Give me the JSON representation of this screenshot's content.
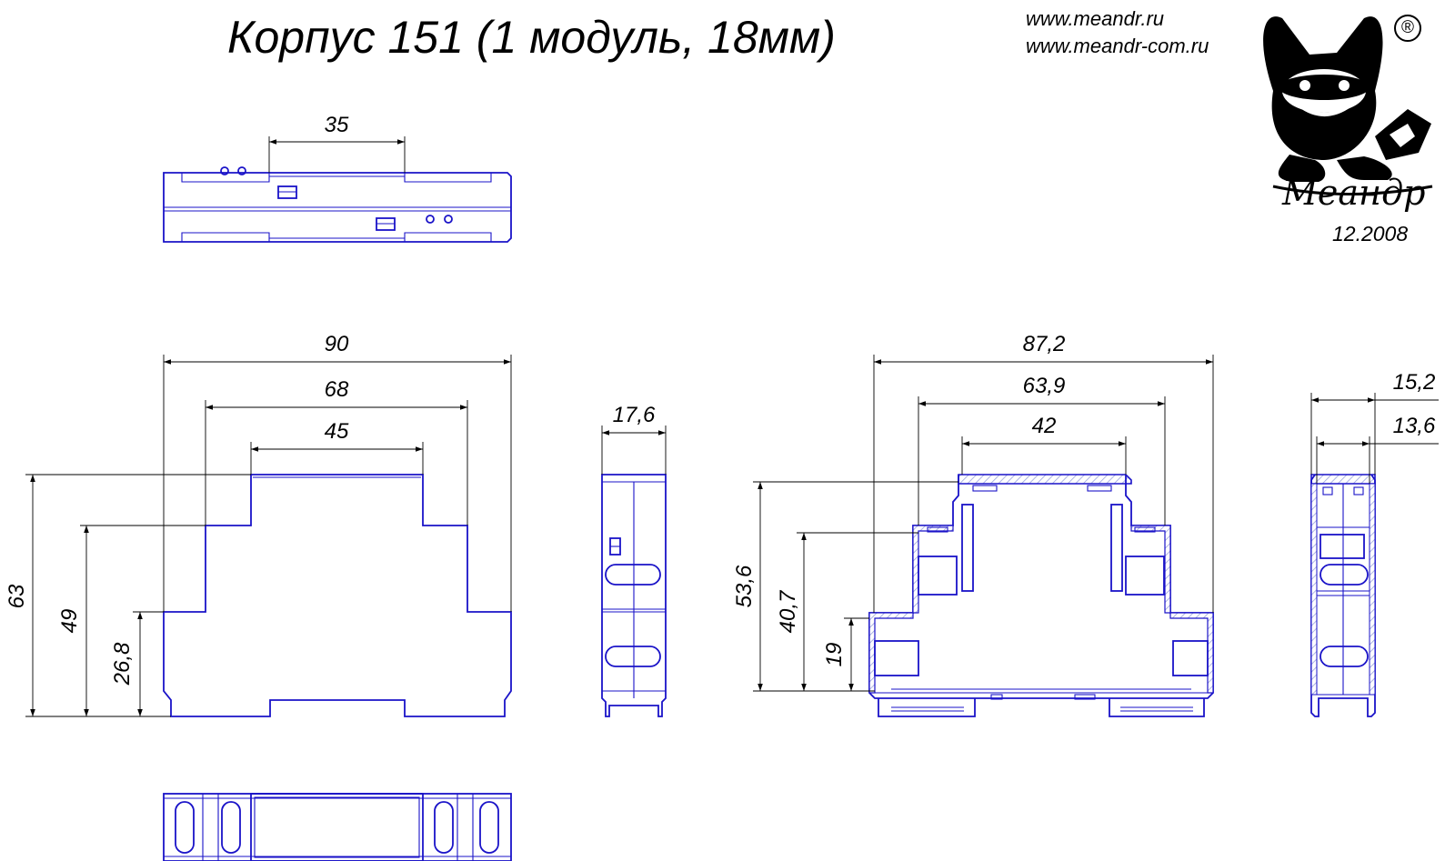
{
  "title": "Корпус 151 (1 модуль, 18мм)",
  "website": {
    "url1": "www.meandr.ru",
    "url2": "www.meandr-com.ru"
  },
  "logo": {
    "brand": "Меандр",
    "registered_mark": "®",
    "date": "12.2008"
  },
  "colors": {
    "outline": "#1a13c8",
    "dimension": "#000000",
    "hatch": "#c2c9ec"
  },
  "dimensions": {
    "top_view": {
      "width": "35"
    },
    "front_view": {
      "overall_width": "90",
      "middle_width": "68",
      "top_width": "45",
      "overall_height": "63",
      "middle_height": "49",
      "lower_height": "26,8"
    },
    "side_view": {
      "width": "17,6"
    },
    "section_view": {
      "overall_width": "87,2",
      "middle_width": "63,9",
      "top_width": "42",
      "overall_height": "53,6",
      "middle_height": "40,7",
      "lower_height": "19"
    },
    "side_section": {
      "outer_width": "15,2",
      "inner_width": "13,6"
    }
  }
}
